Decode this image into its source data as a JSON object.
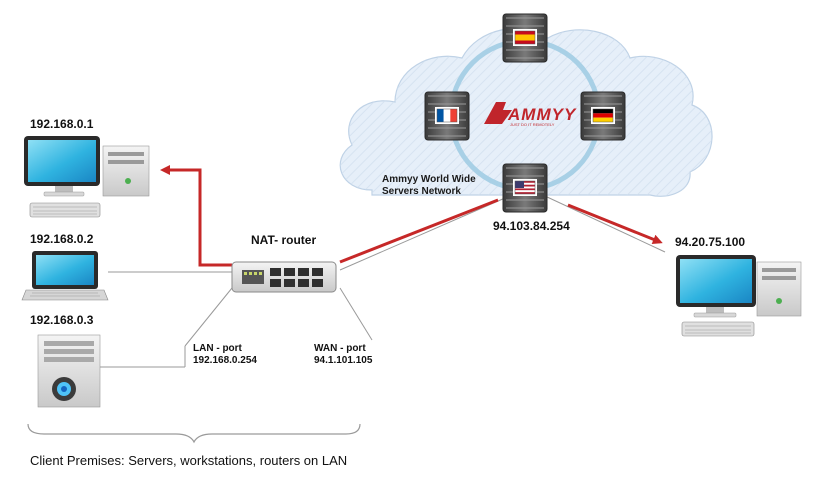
{
  "hosts": [
    {
      "ip": "192.168.0.1",
      "kind": "workstation-icon"
    },
    {
      "ip": "192.168.0.2",
      "kind": "laptop-icon"
    },
    {
      "ip": "192.168.0.3",
      "kind": "server-tower-icon"
    }
  ],
  "router": {
    "title": "NAT- router",
    "lan_label": "LAN - port",
    "lan_ip": "192.168.0.254",
    "wan_label": "WAN - port",
    "wan_ip": "94.1.101.105"
  },
  "cloud": {
    "name_line1": "Ammyy World Wide",
    "name_line2": "Servers Network",
    "logo_text": "AMMYY",
    "logo_tagline": "JUST DO IT REMOTELY",
    "servers": [
      {
        "flag": "spain-flag-icon"
      },
      {
        "flag": "france-flag-icon"
      },
      {
        "flag": "germany-flag-icon"
      },
      {
        "flag": "usa-flag-icon"
      }
    ],
    "server_ip": "94.103.84.254"
  },
  "remote": {
    "ip": "94.20.75.100",
    "kind": "workstation-icon"
  },
  "caption": "Client Premises: Servers, workstations, routers on LAN",
  "colors": {
    "arrow": "#c62828",
    "link": "#9a9a9a",
    "cloud_fill": "#e4eef8",
    "cloud_stroke": "#bcd0e4",
    "ring": "#a6cde3"
  }
}
